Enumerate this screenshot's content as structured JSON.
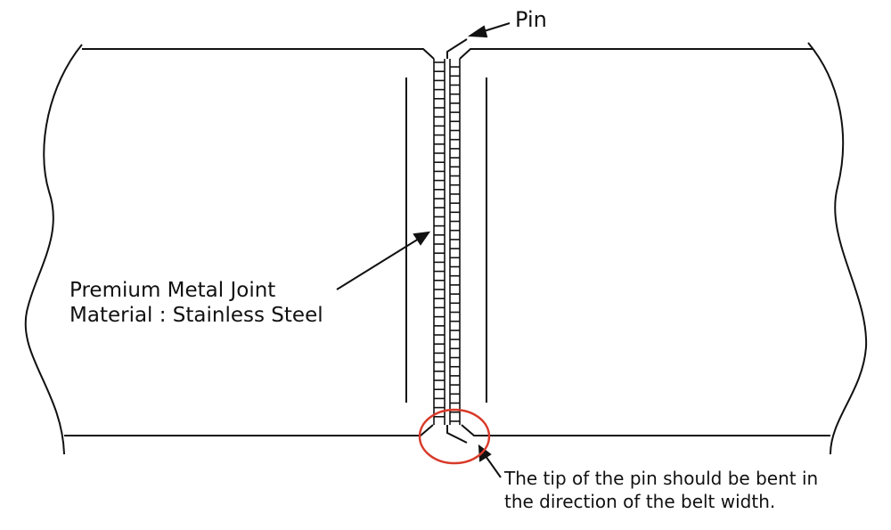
{
  "labels": {
    "pin": "Pin",
    "joint_line1": "Premium Metal Joint",
    "joint_line2": "Material : Stainless Steel",
    "note_line1": "The tip of the pin should be bent in",
    "note_line2": "the direction of the belt width."
  },
  "colors": {
    "line": "#111111",
    "highlight": "#d83a2a",
    "background": "#ffffff"
  }
}
